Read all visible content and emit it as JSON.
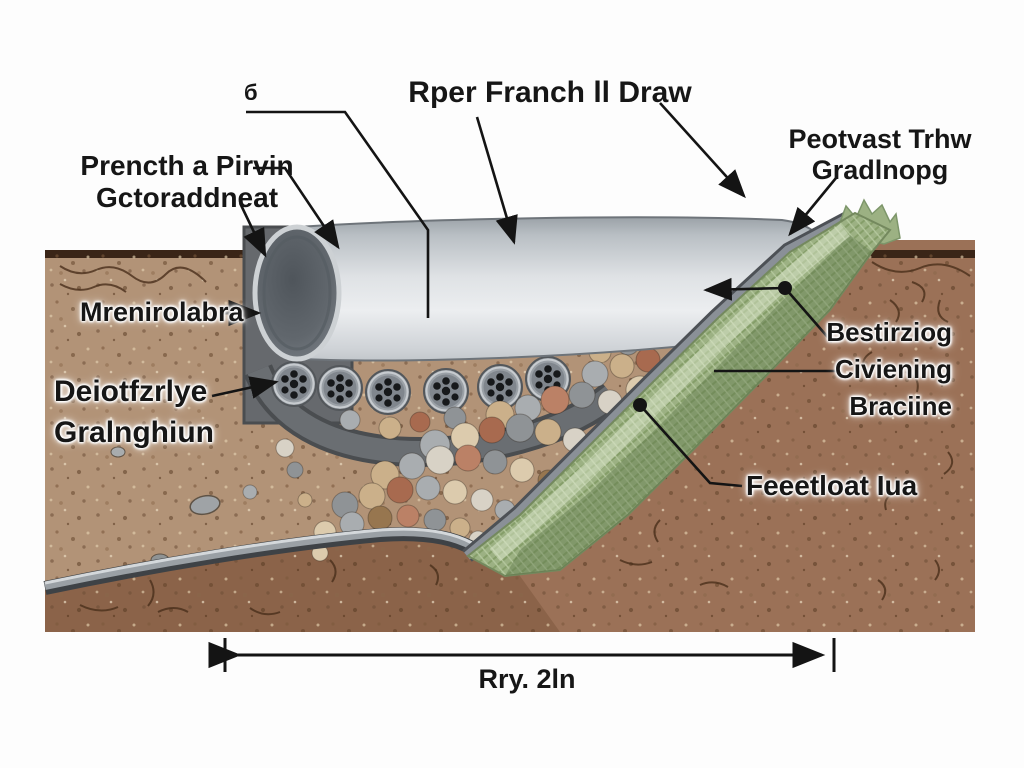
{
  "diagram": {
    "labels": {
      "top_title": "Rper Franch ll Draw",
      "top_small": "б",
      "left_top": "Prencth a Pirvin\nGctoraddneat",
      "right_top": "Peotvast Trhw\nGradlnopg",
      "left_mid": "Mrenirolabra",
      "left_lower": "Deiotfzrlye\nGralnghiun",
      "right_mid": "Bestirziog\nCiviening\nBraciine",
      "right_lower": "Feeetloat Iua",
      "dimension": "Rry. 2ln"
    },
    "colors": {
      "soil_light": "#b29377",
      "soil_right": "#9b7157",
      "soil_dark": "#8b6349",
      "soil_top_border": "#3a2517",
      "pipe_light": "#eceef0",
      "pipe_dark": "#868c92",
      "liner_gray": "#66696d",
      "fabric_green": "#9cb183",
      "line_color": "#161616"
    }
  }
}
